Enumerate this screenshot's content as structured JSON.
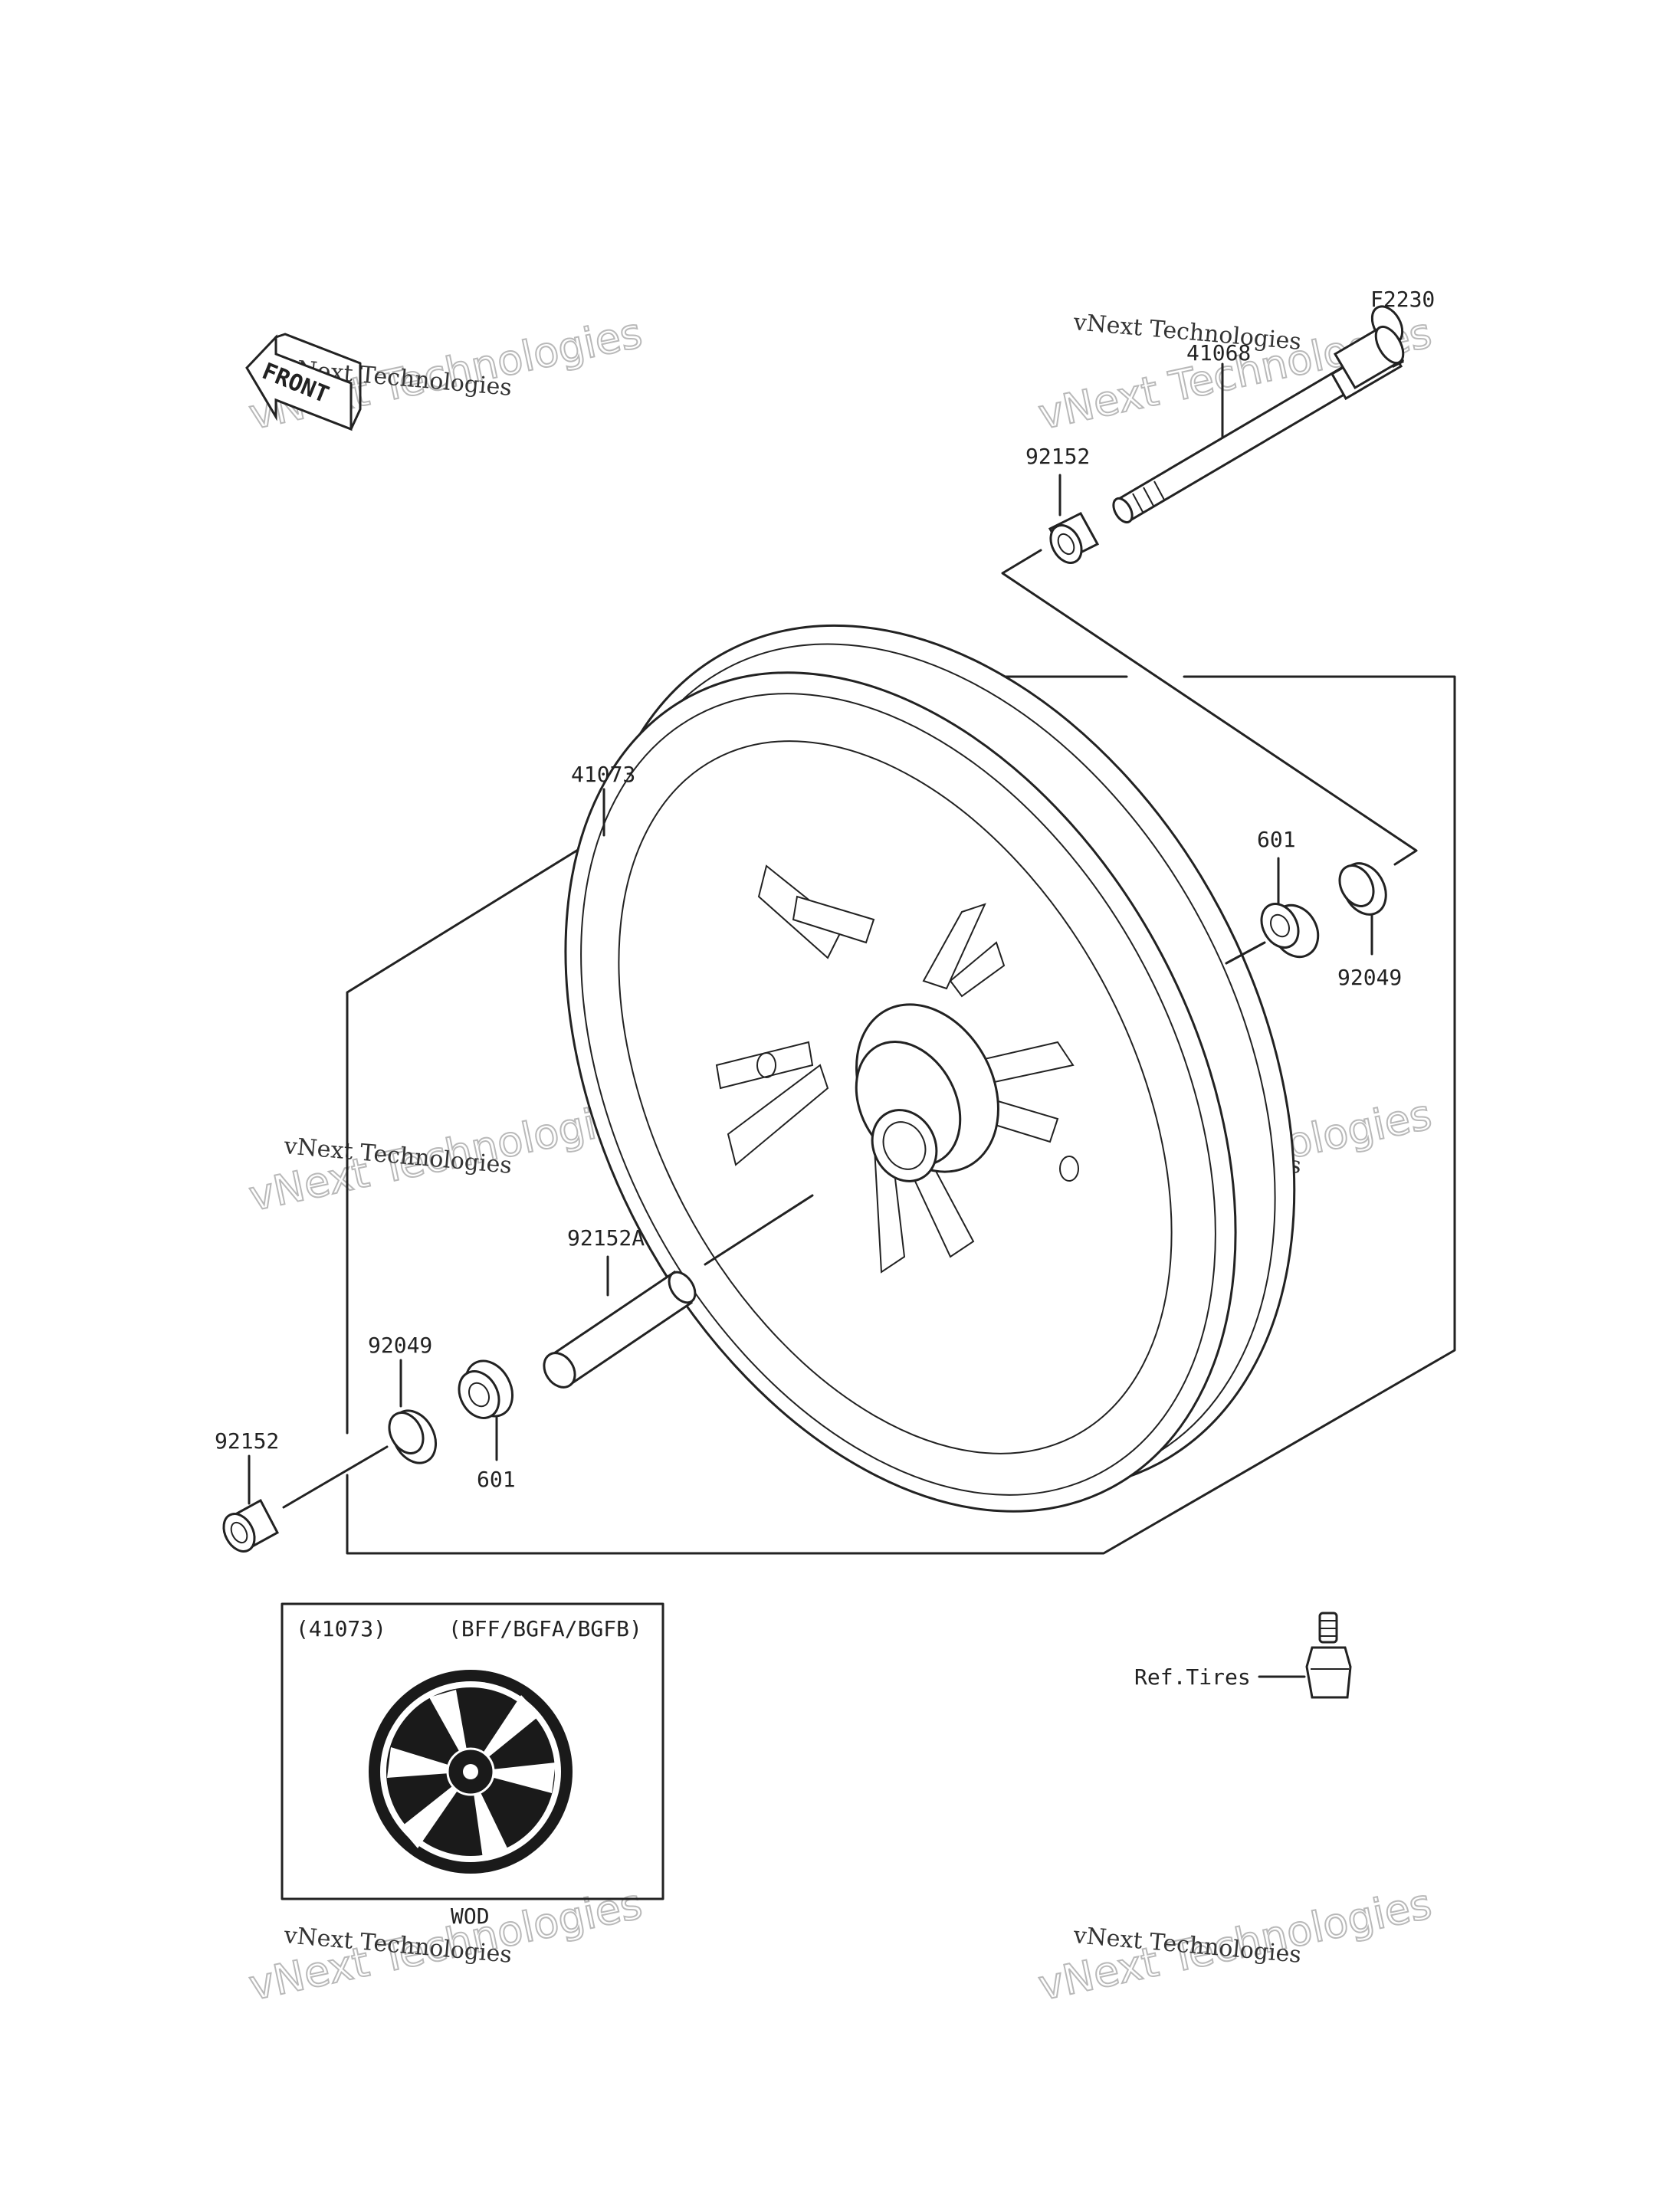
{
  "diagram_code": "F2230",
  "labels": {
    "axle": "41068",
    "collar_top": "92152",
    "wheel": "41073",
    "bearing_right": "601",
    "seal_right": "92049",
    "spacer": "92152A",
    "seal_left": "92049",
    "bearing_left": "601",
    "collar_left": "92152",
    "ref_tires": "Ref.Tires"
  },
  "inset": {
    "part_ref": "(41073)",
    "models": "(BFF/BGFA/BGFB)",
    "caption": "WOD"
  },
  "front_arrow": "FRONT",
  "watermark": {
    "line1": "vNext Technologies",
    "line2": "vNext Technologies"
  }
}
